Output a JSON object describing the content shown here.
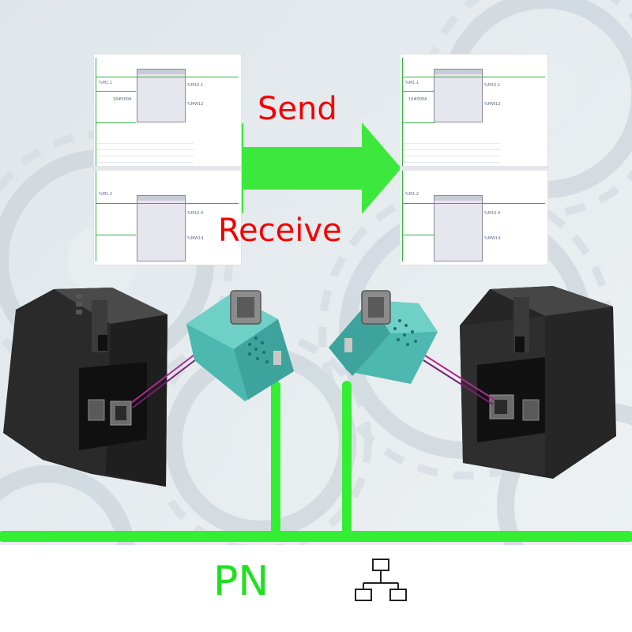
{
  "labels": {
    "send": "Send",
    "receive": "Receive",
    "network": "PN"
  },
  "icons": {
    "network_topology": "network-topology-icon",
    "bidirectional_arrow": "double-headed-arrow"
  },
  "colors": {
    "arrow_fill": "#3de83d",
    "network_line": "#33ee33",
    "label_red": "#f40000",
    "label_green": "#20e020",
    "adapter_teal": "#4cb8b0",
    "plc_body": "#2c2c2c",
    "cable": "#b02a8e"
  }
}
